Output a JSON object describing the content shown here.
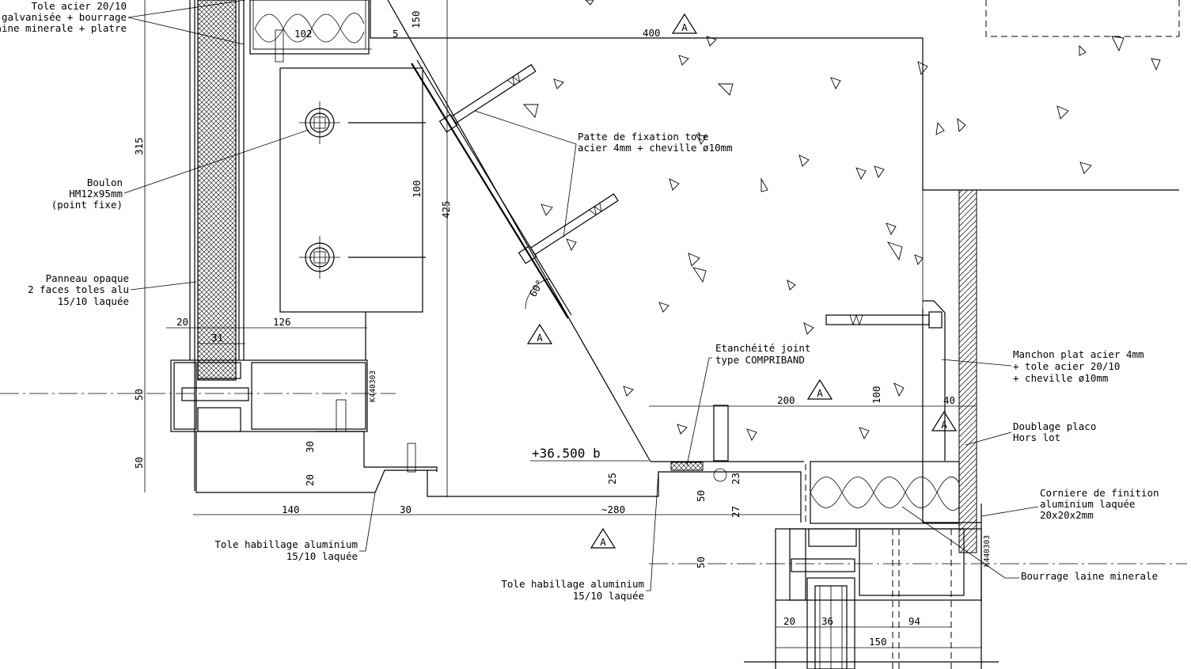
{
  "notes": {
    "tole_acier": [
      "Tole acier 20/10",
      "galvanisée + bourrage",
      "laine minerale + platre"
    ],
    "boulon": [
      "Boulon",
      "HM12x95mm",
      "(point fixe)"
    ],
    "panneau": [
      "Panneau opaque",
      "2 faces toles alu",
      "15/10 laquée"
    ],
    "patte": [
      "Patte de fixation tole",
      "acier 4mm + cheville ø10mm"
    ],
    "etancheite": [
      "Etanchéité joint",
      "type COMPRIBAND"
    ],
    "manchon": [
      "Manchon plat acier 4mm",
      "+ tole acier 20/10",
      "+ cheville ø10mm"
    ],
    "doublage": [
      "Doublage placo",
      "Hors lot"
    ],
    "corniere": [
      "Corniere de finition",
      "aluminium laquée",
      "20x20x2mm"
    ],
    "bourrage": "Bourrage laine minerale",
    "habillage_left": [
      "Tole habillage aluminium",
      "15/10 laquée"
    ],
    "habillage_mid": [
      "Tole habillage aluminium",
      "15/10 laquée"
    ]
  },
  "level": "+36.500 b",
  "profile_code": "K440303",
  "section_marker": "A",
  "angle": "60°",
  "dimensions": {
    "d102": "102",
    "d5": "5",
    "d150_top": "150",
    "d400": "400",
    "d315": "315",
    "d100_v": "100",
    "d425": "425",
    "d20_l": "20",
    "d126": "126",
    "d31": "31",
    "d50_a": "50",
    "d50_b": "50",
    "d30_v": "30",
    "d20_v": "20",
    "d140": "140",
    "d30_h": "30",
    "d280": "~280",
    "d25": "25",
    "d23": "23",
    "d50_c": "50",
    "d27": "27",
    "d50_d": "50",
    "d200": "200",
    "d100_r": "100",
    "d40": "40",
    "d20_b": "20",
    "d36": "36",
    "d94": "94",
    "d150_b": "150"
  }
}
